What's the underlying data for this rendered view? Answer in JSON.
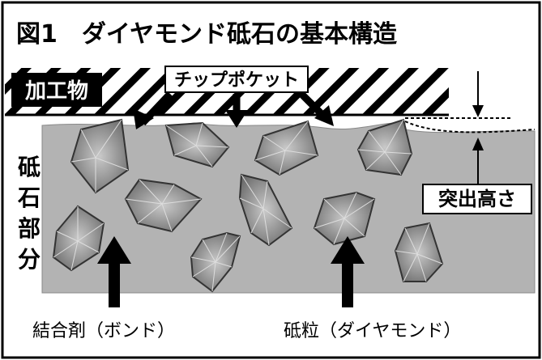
{
  "title": "図1　ダイヤモンド砥石の基本構造",
  "labels": {
    "workpiece": "加工物",
    "chip_pocket": "チップポケット",
    "protrusion_height": "突出高さ",
    "wheel_part": "砥石部分",
    "bond": "結合剤（ボンド）",
    "abrasive_grain": "砥粒（ダイヤモンド）"
  },
  "colors": {
    "wheel_fill": "#b3b3b3",
    "grain_fill": "#6e6e6e",
    "grain_highlight": "#c9c9c9",
    "workpiece_label_bg": "#000000",
    "ink": "#000000"
  }
}
